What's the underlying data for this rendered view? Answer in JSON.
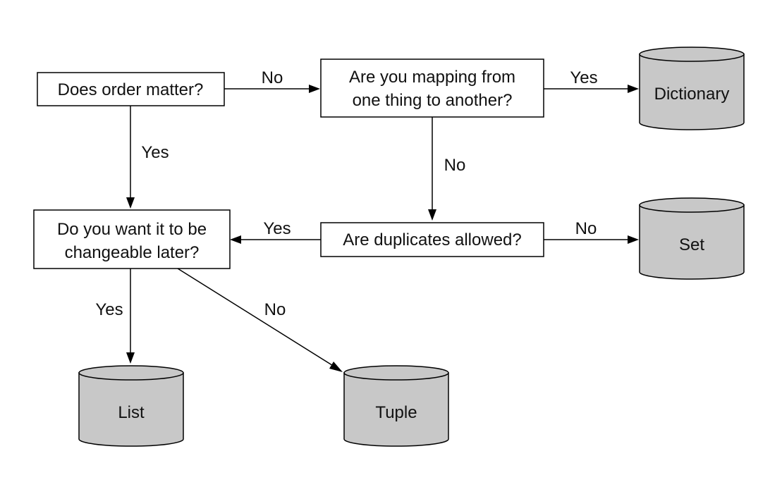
{
  "colors": {
    "cylinder_fill": "#c8c8c8",
    "stroke": "#000000"
  },
  "questions": {
    "order": "Does order matter?",
    "mapping_line1": "Are you mapping from",
    "mapping_line2": "one thing to another?",
    "changeable_line1": "Do you want it to be",
    "changeable_line2": "changeable later?",
    "duplicates": "Are duplicates allowed?"
  },
  "results": {
    "dictionary": "Dictionary",
    "set": "Set",
    "list": "List",
    "tuple": "Tuple"
  },
  "edges": {
    "order_to_mapping": "No",
    "order_to_changeable": "Yes",
    "mapping_to_dictionary": "Yes",
    "mapping_to_duplicates": "No",
    "duplicates_to_changeable": "Yes",
    "duplicates_to_set": "No",
    "changeable_to_list": "Yes",
    "changeable_to_tuple": "No"
  }
}
